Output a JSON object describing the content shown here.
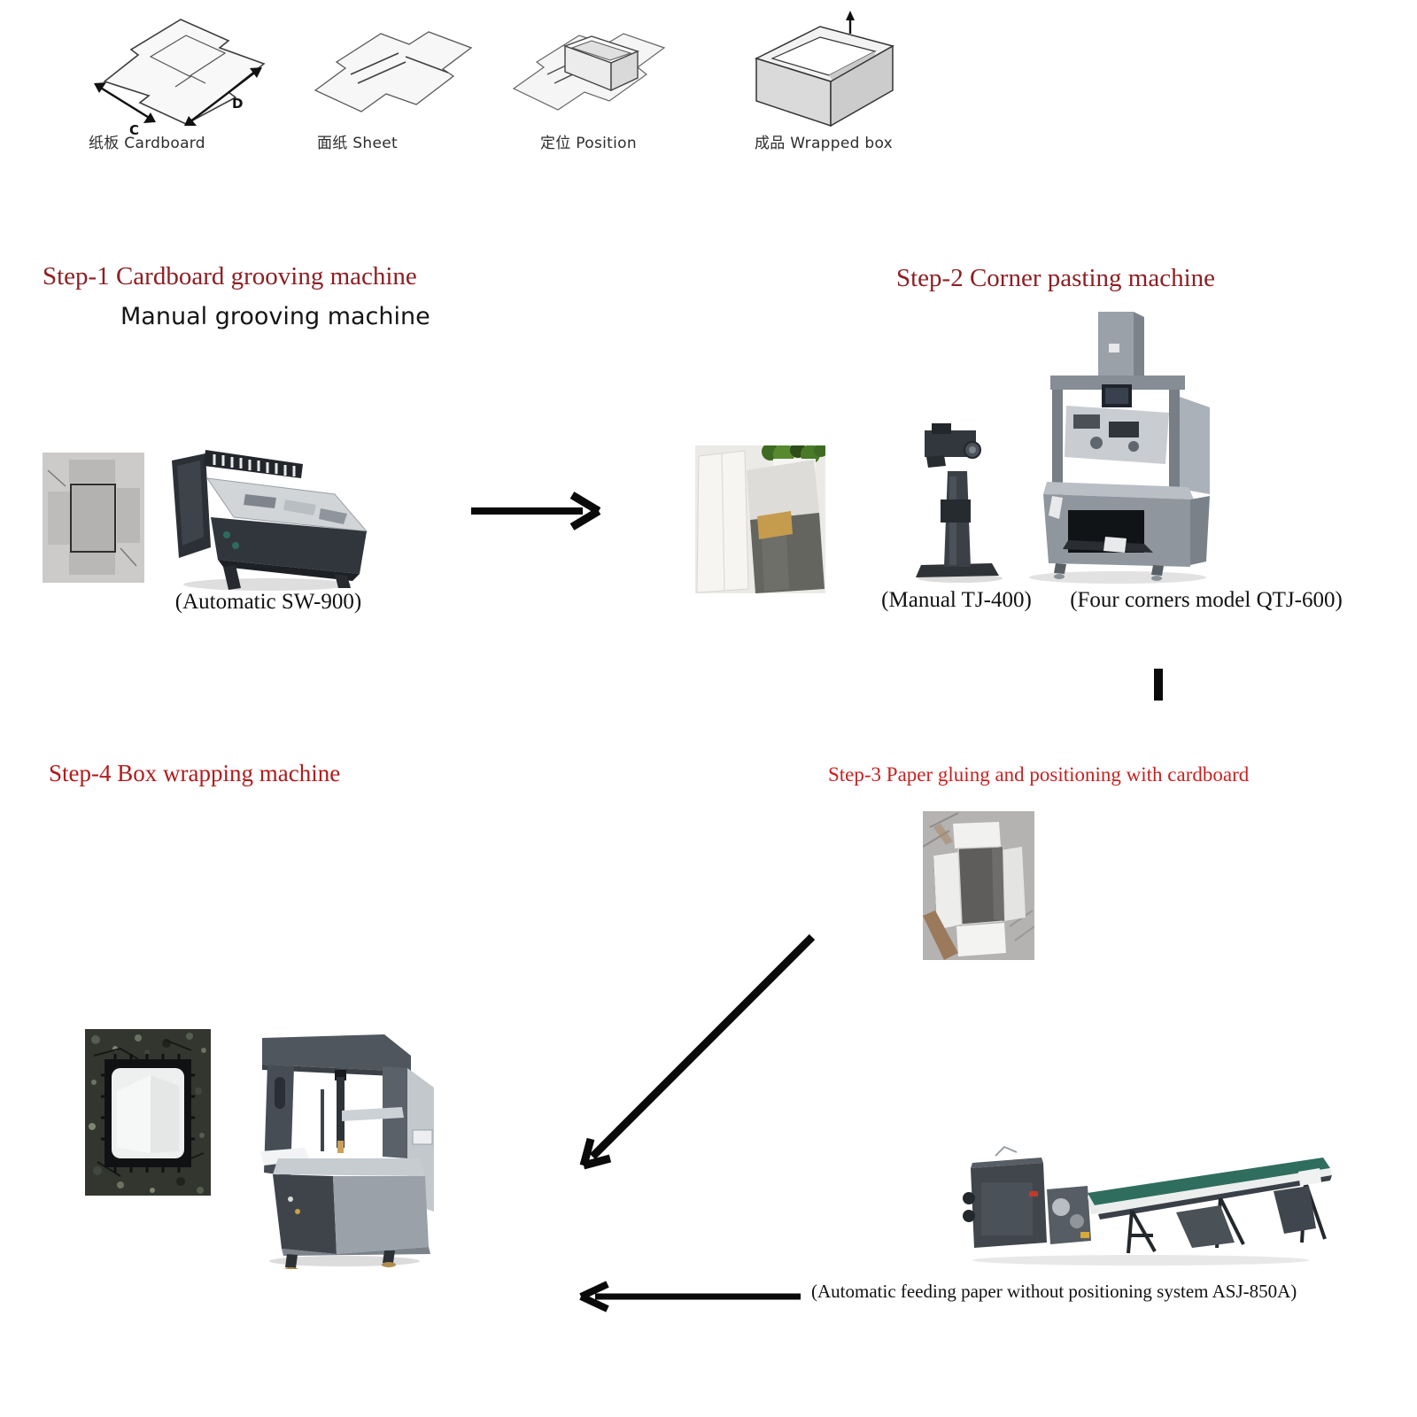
{
  "page": {
    "background": "#ffffff"
  },
  "top_row": {
    "items": [
      {
        "label": "纸板 Cardboard",
        "dim_left": "C",
        "dim_right": "D",
        "icon": "cardboard-blank-diagram"
      },
      {
        "label": "面纸 Sheet",
        "icon": "sheet-diagram"
      },
      {
        "label": "定位 Position",
        "icon": "position-diagram"
      },
      {
        "label": "成品 Wrapped box",
        "icon": "wrapped-box-diagram"
      }
    ]
  },
  "step1": {
    "title": "Step-1 Cardboard grooving machine",
    "subtitle": "Manual grooving machine",
    "machine_caption": "(Automatic SW-900)",
    "title_color": "#8e1f23"
  },
  "step2": {
    "title": "Step-2 Corner pasting machine",
    "manual_caption": "(Manual TJ-400)",
    "four_corner_caption": "(Four corners model QTJ-600)",
    "title_color": "#8e1f23"
  },
  "step3": {
    "title": "Step-3 Paper gluing and positioning with cardboard",
    "machine_caption": "(Automatic feeding paper without positioning system ASJ-850A)",
    "title_color": "#c92020"
  },
  "step4": {
    "title": "Step-4 Box wrapping machine",
    "title_color": "#b11b1b"
  },
  "icons": {
    "step1_to_step2_arrow": "arrow-right",
    "step2_to_step3_connector": "vertical-bar",
    "step3_to_step4_arrow": "arrow-diagonal-down-left",
    "asj850_to_step4_arrow": "arrow-left"
  }
}
